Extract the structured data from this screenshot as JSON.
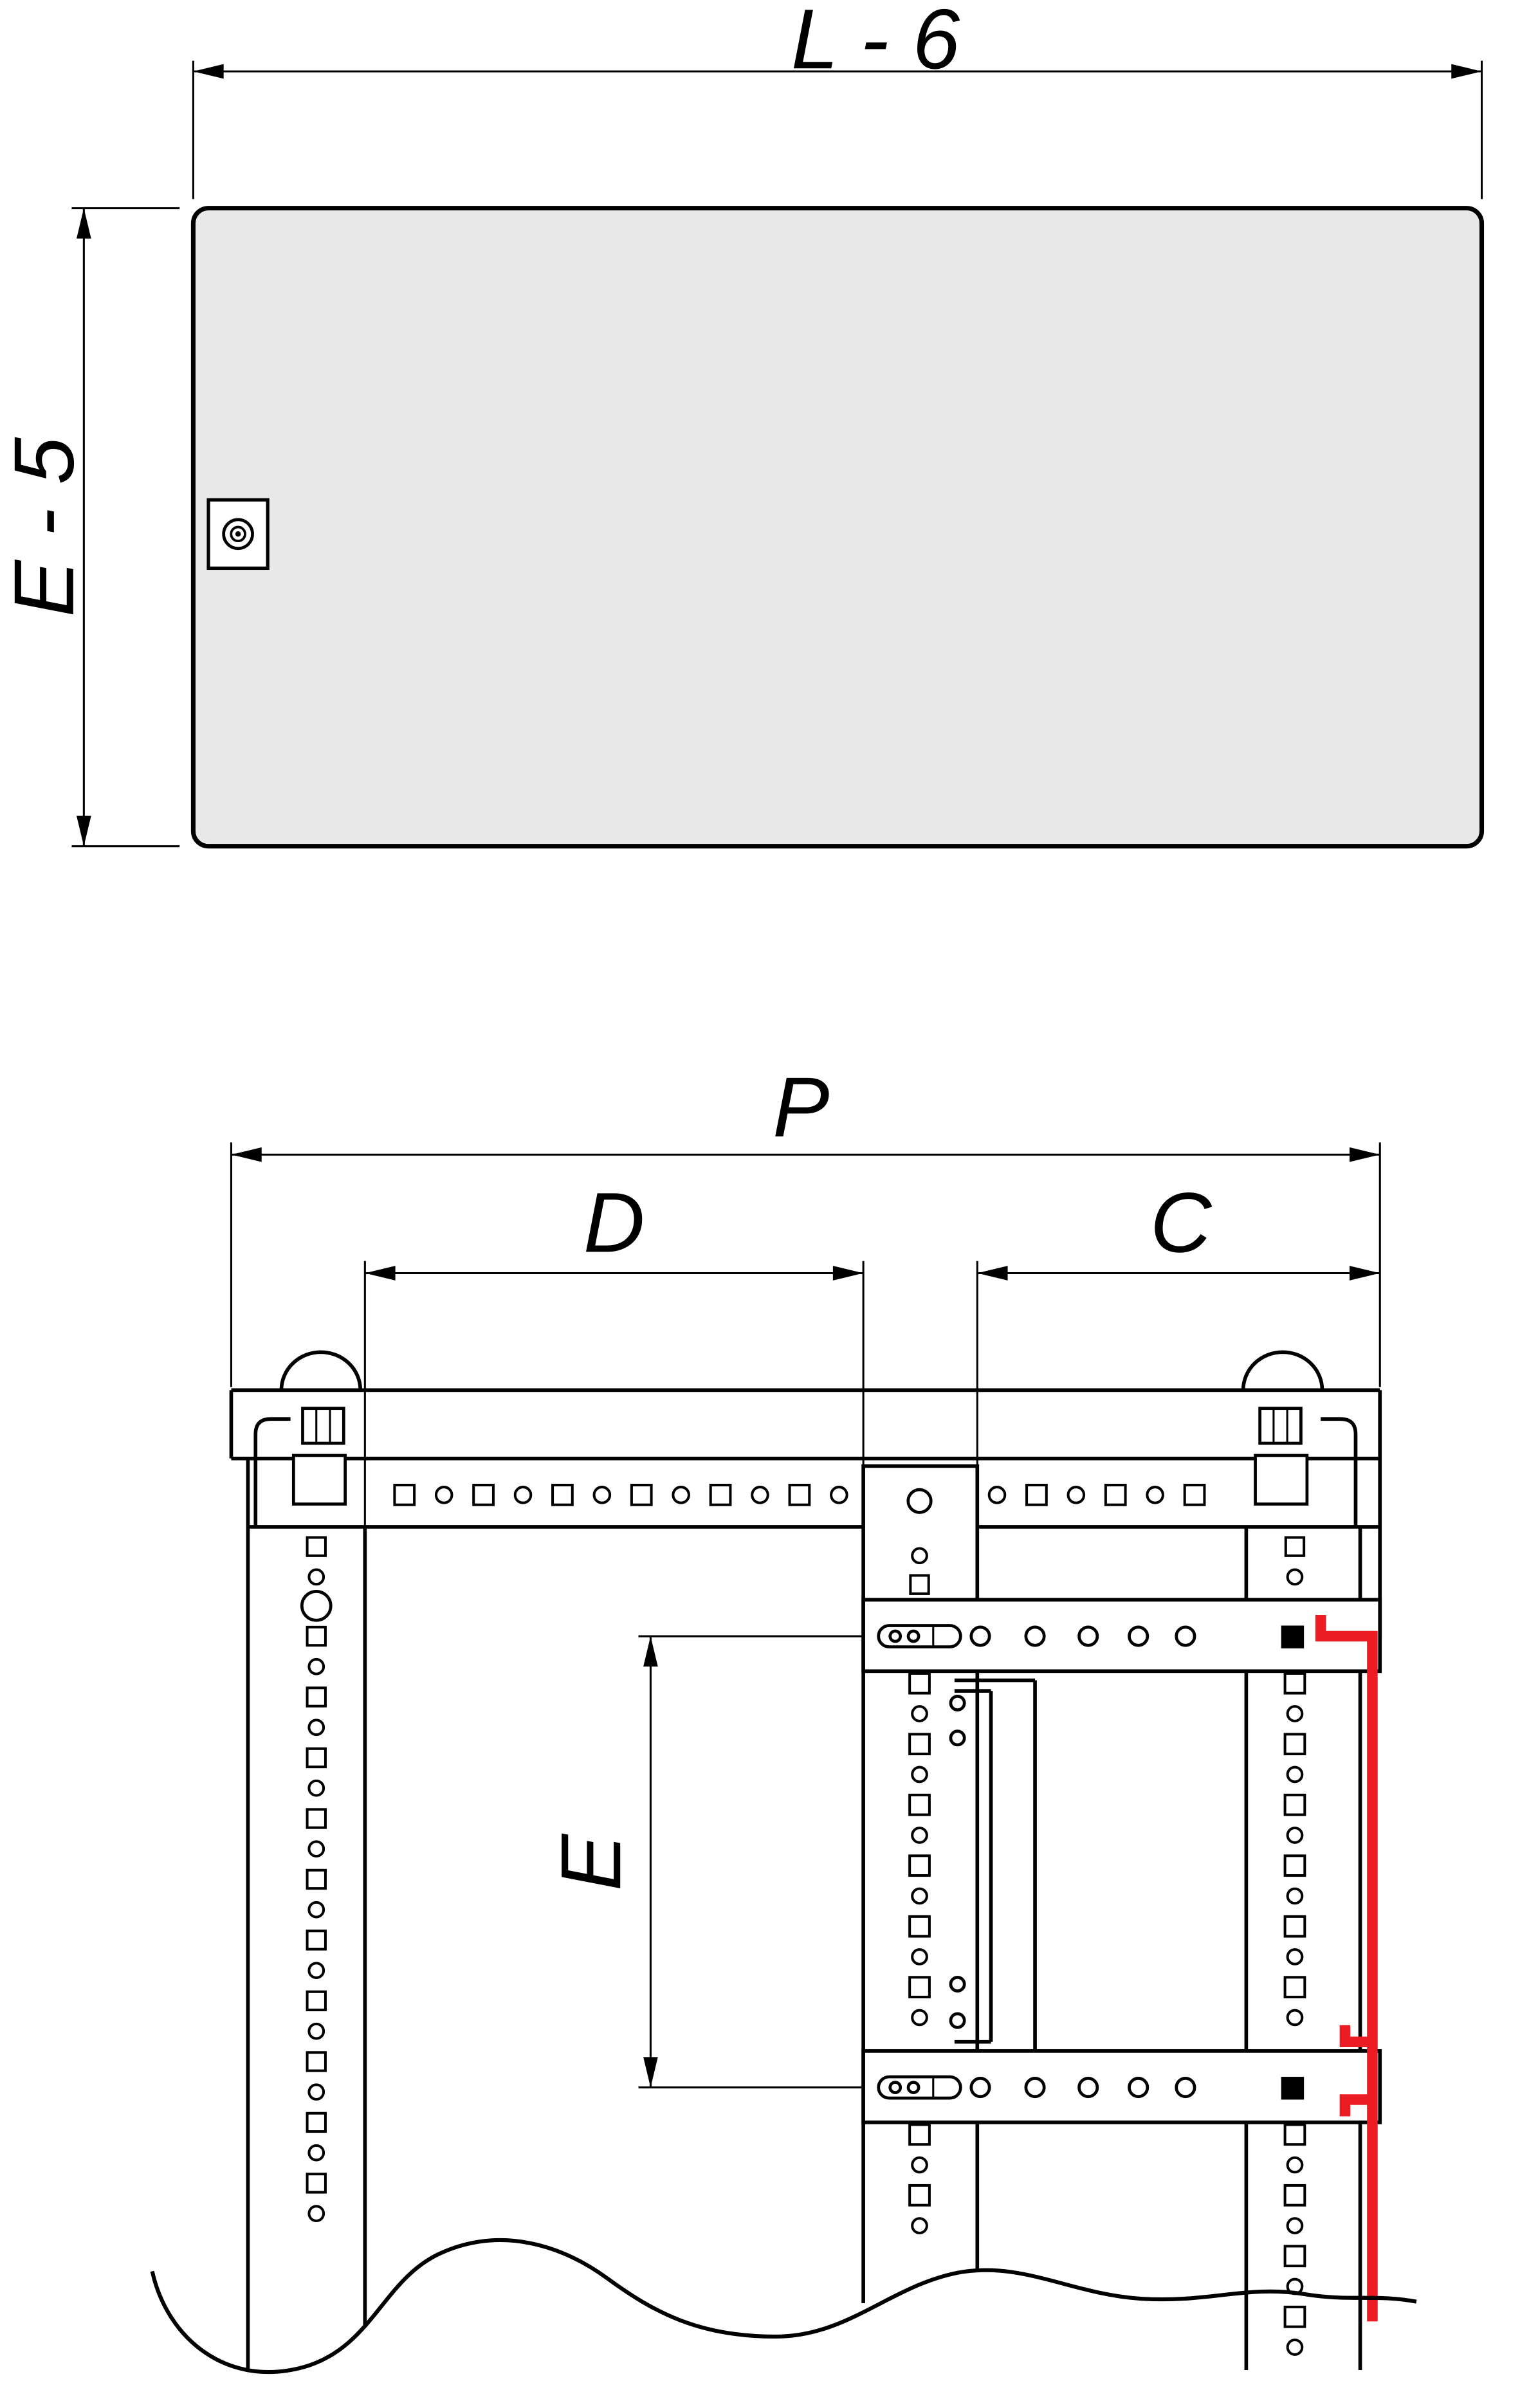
{
  "dimensions": {
    "top_width": "L - 6",
    "top_height": "E - 5",
    "bottom_overall": "P",
    "bottom_left": "D",
    "bottom_right": "C",
    "rail_spacing": "E"
  },
  "colors": {
    "highlight_red": "#ec1c24",
    "panel_gray": "#e8e8e8",
    "line_black": "#000000"
  }
}
